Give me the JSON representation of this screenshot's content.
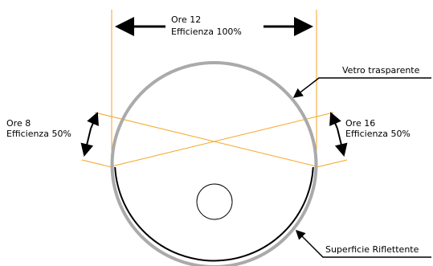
{
  "labels": {
    "top_line1": "Ore 12",
    "top_line2": "Efficienza 100%",
    "left_line1": "Ore 8",
    "left_line2": "Efficienza 50%",
    "right_line1": "Ore 16",
    "right_line2": "Efficienza 50%",
    "glass": "Vetro trasparente",
    "reflective": "Superficie Riflettente"
  },
  "colors": {
    "ray": "#f5a623",
    "glass": "#aaaaaa",
    "reflective": "#000000",
    "arrow": "#000000"
  }
}
